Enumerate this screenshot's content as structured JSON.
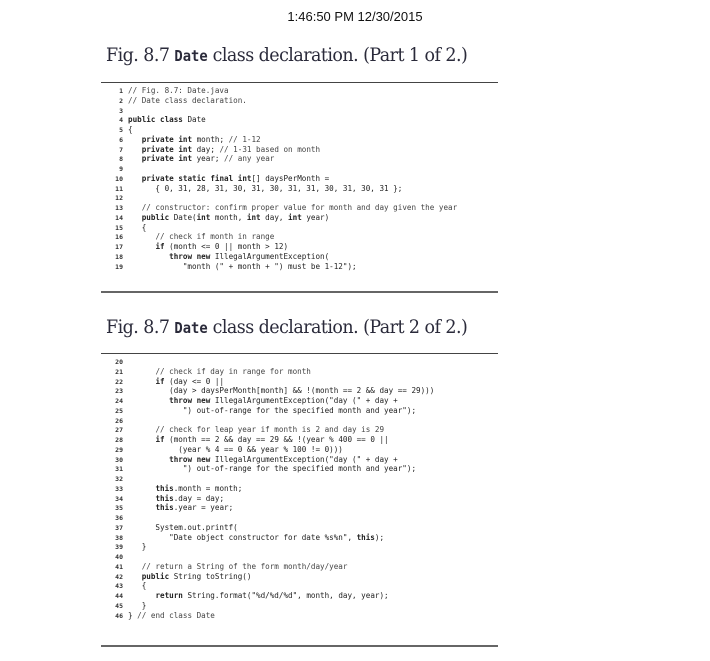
{
  "timestamp": "1:46:50 PM 12/30/2015",
  "figures": [
    {
      "title_prefix": "Fig. 8.7 ",
      "title_code": "Date",
      "title_suffix": " class declaration. (Part 1 of 2.)",
      "lines": [
        {
          "n": "1",
          "text": "// Fig. 8.7: Date.java"
        },
        {
          "n": "2",
          "text": "// Date class declaration."
        },
        {
          "n": "3",
          "text": ""
        },
        {
          "n": "4",
          "text": "public class Date"
        },
        {
          "n": "5",
          "text": "{"
        },
        {
          "n": "6",
          "text": "   private int month; // 1-12"
        },
        {
          "n": "7",
          "text": "   private int day; // 1-31 based on month"
        },
        {
          "n": "8",
          "text": "   private int year; // any year"
        },
        {
          "n": "9",
          "text": ""
        },
        {
          "n": "10",
          "text": "   private static final int[] daysPerMonth ="
        },
        {
          "n": "11",
          "text": "      { 0, 31, 28, 31, 30, 31, 30, 31, 31, 30, 31, 30, 31 };"
        },
        {
          "n": "12",
          "text": ""
        },
        {
          "n": "13",
          "text": "   // constructor: confirm proper value for month and day given the year"
        },
        {
          "n": "14",
          "text": "   public Date(int month, int day, int year)"
        },
        {
          "n": "15",
          "text": "   {"
        },
        {
          "n": "16",
          "text": "      // check if month in range"
        },
        {
          "n": "17",
          "text": "      if (month <= 0 || month > 12)"
        },
        {
          "n": "18",
          "text": "         throw new IllegalArgumentException("
        },
        {
          "n": "19",
          "text": "            \"month (\" + month + \") must be 1-12\");"
        }
      ]
    },
    {
      "title_prefix": "Fig. 8.7 ",
      "title_code": "Date",
      "title_suffix": " class declaration. (Part 2 of 2.)",
      "lines": [
        {
          "n": "20",
          "text": ""
        },
        {
          "n": "21",
          "text": "      // check if day in range for month"
        },
        {
          "n": "22",
          "text": "      if (day <= 0 ||"
        },
        {
          "n": "23",
          "text": "         (day > daysPerMonth[month] && !(month == 2 && day == 29)))"
        },
        {
          "n": "24",
          "text": "         throw new IllegalArgumentException(\"day (\" + day +"
        },
        {
          "n": "25",
          "text": "            \") out-of-range for the specified month and year\");"
        },
        {
          "n": "26",
          "text": ""
        },
        {
          "n": "27",
          "text": "      // check for leap year if month is 2 and day is 29"
        },
        {
          "n": "28",
          "text": "      if (month == 2 && day == 29 && !(year % 400 == 0 ||"
        },
        {
          "n": "29",
          "text": "           (year % 4 == 0 && year % 100 != 0)))"
        },
        {
          "n": "30",
          "text": "         throw new IllegalArgumentException(\"day (\" + day +"
        },
        {
          "n": "31",
          "text": "            \") out-of-range for the specified month and year\");"
        },
        {
          "n": "32",
          "text": ""
        },
        {
          "n": "33",
          "text": "      this.month = month;"
        },
        {
          "n": "34",
          "text": "      this.day = day;"
        },
        {
          "n": "35",
          "text": "      this.year = year;"
        },
        {
          "n": "36",
          "text": ""
        },
        {
          "n": "37",
          "text": "      System.out.printf("
        },
        {
          "n": "38",
          "text": "         \"Date object constructor for date %s%n\", this);"
        },
        {
          "n": "39",
          "text": "   }"
        },
        {
          "n": "40",
          "text": ""
        },
        {
          "n": "41",
          "text": "   // return a String of the form month/day/year"
        },
        {
          "n": "42",
          "text": "   public String toString()"
        },
        {
          "n": "43",
          "text": "   {"
        },
        {
          "n": "44",
          "text": "      return String.format(\"%d/%d/%d\", month, day, year);"
        },
        {
          "n": "45",
          "text": "   }"
        },
        {
          "n": "46",
          "text": "} // end class Date"
        }
      ]
    }
  ]
}
